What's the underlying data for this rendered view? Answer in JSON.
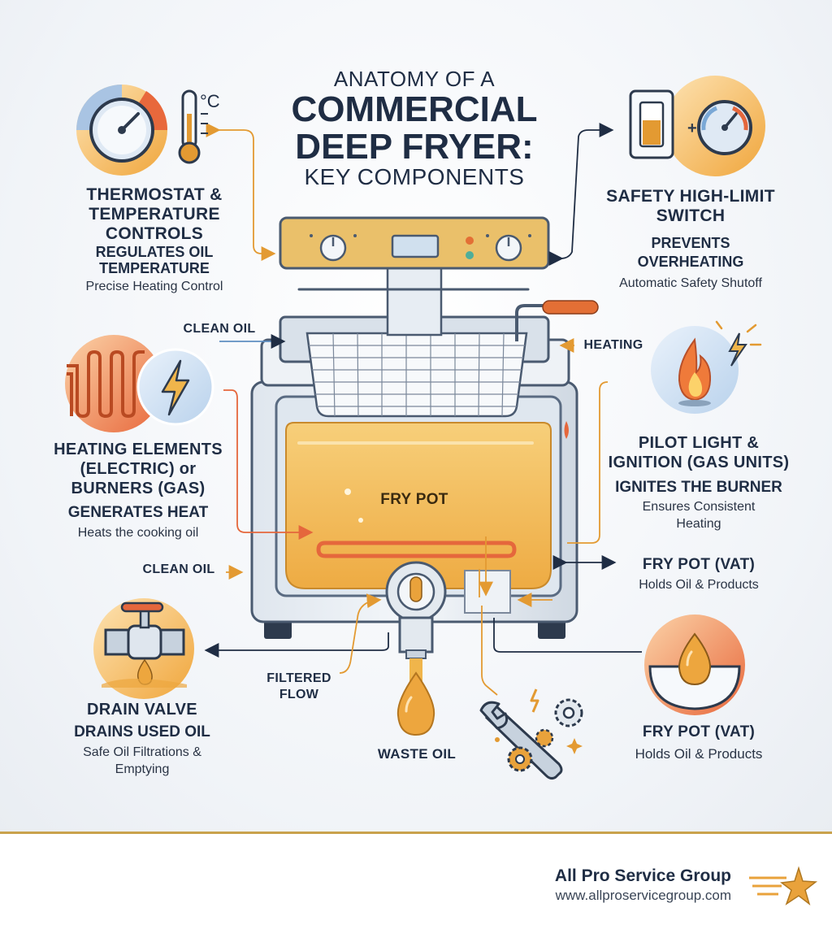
{
  "title": {
    "line1": "ANATOMY OF A",
    "line2": "COMMERCIAL",
    "line3": "DEEP FRYER:",
    "line4": "KEY COMPONENTS"
  },
  "thermostat": {
    "unit": "°C",
    "heading1": "THERMOSTAT &",
    "heading2": "TEMPERATURE",
    "heading3": "CONTROLS",
    "sub1": "REGULATES OIL",
    "sub2": "TEMPERATURE",
    "note": "Precise Heating Control"
  },
  "safety": {
    "heading1": "SAFETY HIGH-LIMIT",
    "heading2": "SWITCH",
    "sub1": "PREVENTS",
    "sub2": "OVERHEATING",
    "note": "Automatic Safety Shutoff"
  },
  "heating_elements": {
    "heading1": "HEATING ELEMENTS",
    "heading2": "(ELECTRIC) or",
    "heading3": "BURNERS (GAS)",
    "sub": "GENERATES HEAT",
    "note": "Heats the cooking oil"
  },
  "pilot": {
    "heading1": "PILOT LIGHT &",
    "heading2": "IGNITION (GAS UNITS)",
    "sub": "IGNITES THE BURNER",
    "note1": "Ensures Consistent",
    "note2": "Heating"
  },
  "fry_pot_vat_1": {
    "heading": "FRY POT (VAT)",
    "note": "Holds Oil & Products"
  },
  "fry_pot_vat_2": {
    "heading": "FRY POT (VAT)",
    "note": "Holds Oil & Products"
  },
  "drain": {
    "heading": "DRAIN VALVE",
    "sub": "DRAINS USED OIL",
    "note1": "Safe Oil Filtrations &",
    "note2": "Emptying"
  },
  "labels": {
    "clean_oil_top": "CLEAN OIL",
    "clean_oil_left": "CLEAN OIL",
    "heating": "HEATING",
    "fry_pot": "FRY POT",
    "filtered1": "FILTERED",
    "filtered2": "FLOW",
    "waste_oil": "WASTE OIL"
  },
  "footer": {
    "company": "All Pro Service Group",
    "url": "www.allproservicegroup.com"
  },
  "colors": {
    "navy": "#1f2d44",
    "orange": "#e8a33a",
    "red_orange": "#ea6a3e",
    "oil": "#f0b54b",
    "steel": "#c7d2de",
    "rule": "#c9a24c"
  },
  "icons": [
    "thermostat-dial-icon",
    "thermometer-icon",
    "safety-switch-icon",
    "gauge-icon",
    "heating-coil-icon",
    "lightning-icon",
    "flame-icon",
    "spark-icon",
    "drain-valve-icon",
    "oil-drop-icon",
    "wrench-gear-icon",
    "star-logo-icon"
  ]
}
